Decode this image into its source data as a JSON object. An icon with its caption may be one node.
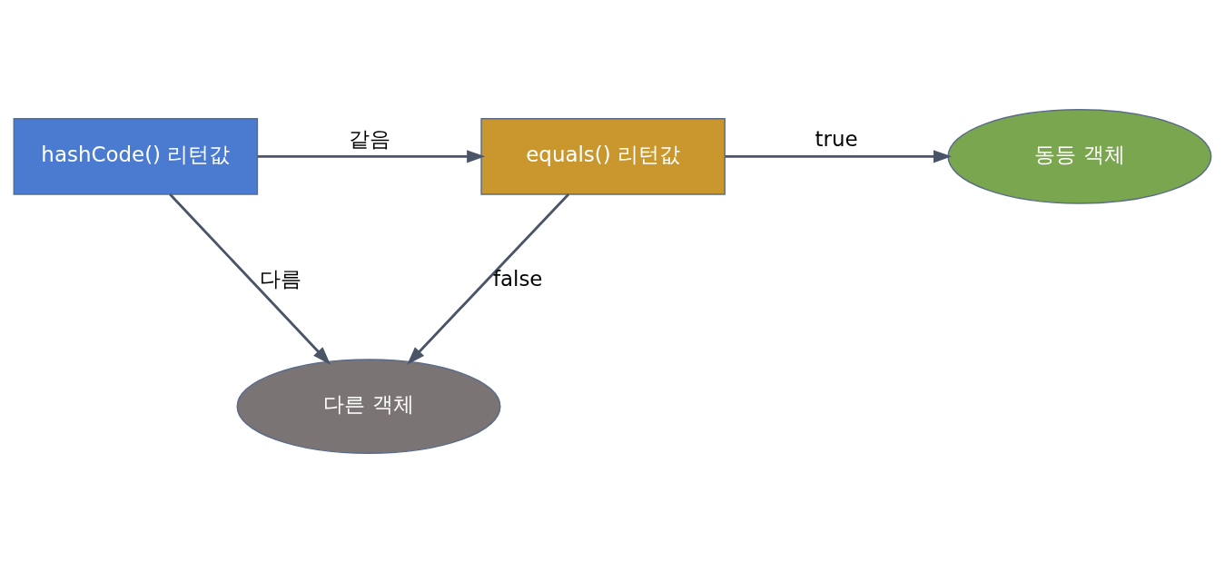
{
  "diagram": {
    "nodes": [
      {
        "text": [
          "hashCode() 리턴값"
        ]
      },
      {
        "text": [
          "equals() 리턴값"
        ]
      },
      {
        "text": [
          "동등 객체"
        ]
      },
      {
        "text": [
          "다른 객체"
        ]
      }
    ],
    "edges": [
      {
        "from": 0,
        "to": 1,
        "arrow": "to",
        "label": "같음"
      },
      {
        "from": 1,
        "to": 2,
        "arrow": "to",
        "label": "true"
      },
      {
        "from": 1,
        "to": 3,
        "arrow": "to",
        "label": "false"
      },
      {
        "from": 0,
        "to": 3,
        "arrow": "to",
        "label": "다름"
      }
    ]
  }
}
